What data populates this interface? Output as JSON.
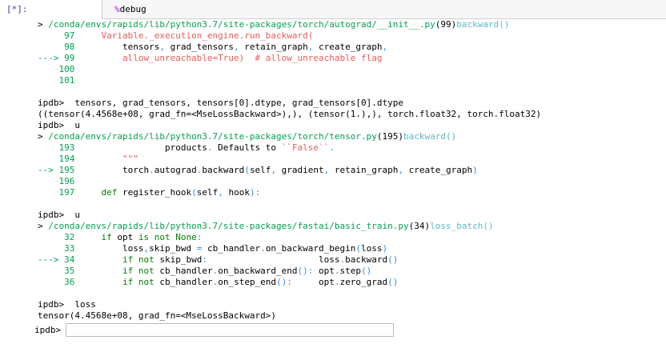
{
  "cell": {
    "prompt": "[*]:",
    "magic_symbol": "%",
    "command": "debug"
  },
  "output_lines": [
    [
      {
        "t": "> ",
        "c": "d"
      },
      {
        "t": "/conda/envs/rapids/lib/python3.7/site-packages/torch/autograd/__init__.py",
        "c": "g"
      },
      {
        "t": "(99)",
        "c": "d"
      },
      {
        "t": "backward()",
        "c": "c"
      }
    ],
    [
      {
        "t": "     97     ",
        "c": "g"
      },
      {
        "t": "Variable._execution_engine.run_backward(",
        "c": "r"
      }
    ],
    [
      {
        "t": "     98         ",
        "c": "g"
      },
      {
        "t": "tensors",
        "c": "d"
      },
      {
        "t": ",",
        "c": "p"
      },
      {
        "t": " grad_tensors",
        "c": "d"
      },
      {
        "t": ",",
        "c": "p"
      },
      {
        "t": " retain_graph",
        "c": "d"
      },
      {
        "t": ",",
        "c": "p"
      },
      {
        "t": " create_graph",
        "c": "d"
      },
      {
        "t": ",",
        "c": "p"
      }
    ],
    [
      {
        "t": "---> 99         ",
        "c": "g"
      },
      {
        "t": "allow_unreachable=True)  # allow_unreachable flag",
        "c": "r"
      }
    ],
    [
      {
        "t": "    100",
        "c": "g"
      }
    ],
    [
      {
        "t": "    101",
        "c": "g"
      }
    ],
    [
      {
        "t": "",
        "c": "d"
      }
    ],
    [
      {
        "t": "ipdb>  tensors, grad_tensors, tensors[0].dtype, grad_tensors[0].dtype",
        "c": "d"
      }
    ],
    [
      {
        "t": "((tensor(4.4568e+08, grad_fn=<MseLossBackward>),), (tensor(1.),), torch.float32, torch.float32)",
        "c": "d"
      }
    ],
    [
      {
        "t": "ipdb>  u",
        "c": "d"
      }
    ],
    [
      {
        "t": "> ",
        "c": "d"
      },
      {
        "t": "/conda/envs/rapids/lib/python3.7/site-packages/torch/tensor.py",
        "c": "g"
      },
      {
        "t": "(195)",
        "c": "d"
      },
      {
        "t": "backward()",
        "c": "c"
      }
    ],
    [
      {
        "t": "    193                 ",
        "c": "g"
      },
      {
        "t": "products",
        "c": "d"
      },
      {
        "t": ".",
        "c": "p"
      },
      {
        "t": " Defaults to ",
        "c": "d"
      },
      {
        "t": "``False``",
        "c": "r"
      },
      {
        "t": ".",
        "c": "p"
      }
    ],
    [
      {
        "t": "    194         ",
        "c": "g"
      },
      {
        "t": "\"\"\"",
        "c": "r"
      }
    ],
    [
      {
        "t": "--> 195         ",
        "c": "g"
      },
      {
        "t": "torch",
        "c": "d"
      },
      {
        "t": ".",
        "c": "p"
      },
      {
        "t": "autograd",
        "c": "d"
      },
      {
        "t": ".",
        "c": "p"
      },
      {
        "t": "backward",
        "c": "d"
      },
      {
        "t": "(",
        "c": "p"
      },
      {
        "t": "self",
        "c": "d"
      },
      {
        "t": ",",
        "c": "p"
      },
      {
        "t": " gradient",
        "c": "d"
      },
      {
        "t": ",",
        "c": "p"
      },
      {
        "t": " retain_graph",
        "c": "d"
      },
      {
        "t": ",",
        "c": "p"
      },
      {
        "t": " create_graph",
        "c": "d"
      },
      {
        "t": ")",
        "c": "p"
      }
    ],
    [
      {
        "t": "    196",
        "c": "g"
      }
    ],
    [
      {
        "t": "    197     ",
        "c": "g"
      },
      {
        "t": "def",
        "c": "k"
      },
      {
        "t": " register_hook",
        "c": "d"
      },
      {
        "t": "(",
        "c": "p"
      },
      {
        "t": "self",
        "c": "d"
      },
      {
        "t": ",",
        "c": "p"
      },
      {
        "t": " hook",
        "c": "d"
      },
      {
        "t": "):",
        "c": "p"
      }
    ],
    [
      {
        "t": "",
        "c": "d"
      }
    ],
    [
      {
        "t": "ipdb>  u",
        "c": "d"
      }
    ],
    [
      {
        "t": "> ",
        "c": "d"
      },
      {
        "t": "/conda/envs/rapids/lib/python3.7/site-packages/fastai/basic_train.py",
        "c": "g"
      },
      {
        "t": "(34)",
        "c": "d"
      },
      {
        "t": "loss_batch()",
        "c": "c"
      }
    ],
    [
      {
        "t": "     32     ",
        "c": "g"
      },
      {
        "t": "if",
        "c": "k"
      },
      {
        "t": " opt ",
        "c": "d"
      },
      {
        "t": "is not None",
        "c": "k"
      },
      {
        "t": ":",
        "c": "p"
      }
    ],
    [
      {
        "t": "     33         ",
        "c": "g"
      },
      {
        "t": "loss",
        "c": "d"
      },
      {
        "t": ",",
        "c": "p"
      },
      {
        "t": "skip_bwd ",
        "c": "d"
      },
      {
        "t": "=",
        "c": "p"
      },
      {
        "t": " cb_handler",
        "c": "d"
      },
      {
        "t": ".",
        "c": "p"
      },
      {
        "t": "on_backward_begin",
        "c": "d"
      },
      {
        "t": "(",
        "c": "p"
      },
      {
        "t": "loss",
        "c": "d"
      },
      {
        "t": ")",
        "c": "p"
      }
    ],
    [
      {
        "t": "---> 34         ",
        "c": "g"
      },
      {
        "t": "if not",
        "c": "k"
      },
      {
        "t": " skip_bwd",
        "c": "d"
      },
      {
        "t": ":",
        "c": "p"
      },
      {
        "t": "                     loss",
        "c": "d"
      },
      {
        "t": ".",
        "c": "p"
      },
      {
        "t": "backward",
        "c": "d"
      },
      {
        "t": "()",
        "c": "p"
      }
    ],
    [
      {
        "t": "     35         ",
        "c": "g"
      },
      {
        "t": "if not",
        "c": "k"
      },
      {
        "t": " cb_handler",
        "c": "d"
      },
      {
        "t": ".",
        "c": "p"
      },
      {
        "t": "on_backward_end",
        "c": "d"
      },
      {
        "t": "():",
        "c": "p"
      },
      {
        "t": " opt",
        "c": "d"
      },
      {
        "t": ".",
        "c": "p"
      },
      {
        "t": "step",
        "c": "d"
      },
      {
        "t": "()",
        "c": "p"
      }
    ],
    [
      {
        "t": "     36         ",
        "c": "g"
      },
      {
        "t": "if not",
        "c": "k"
      },
      {
        "t": " cb_handler",
        "c": "d"
      },
      {
        "t": ".",
        "c": "p"
      },
      {
        "t": "on_step_end",
        "c": "d"
      },
      {
        "t": "():",
        "c": "p"
      },
      {
        "t": "     opt",
        "c": "d"
      },
      {
        "t": ".",
        "c": "p"
      },
      {
        "t": "zero_grad",
        "c": "d"
      },
      {
        "t": "()",
        "c": "p"
      }
    ],
    [
      {
        "t": "",
        "c": "d"
      }
    ],
    [
      {
        "t": "ipdb>  loss",
        "c": "d"
      }
    ],
    [
      {
        "t": "tensor(4.4568e+08, grad_fn=<MseLossBackward>)",
        "c": "d"
      }
    ]
  ],
  "stdin": {
    "prompt": "ipdb>",
    "value": ""
  }
}
